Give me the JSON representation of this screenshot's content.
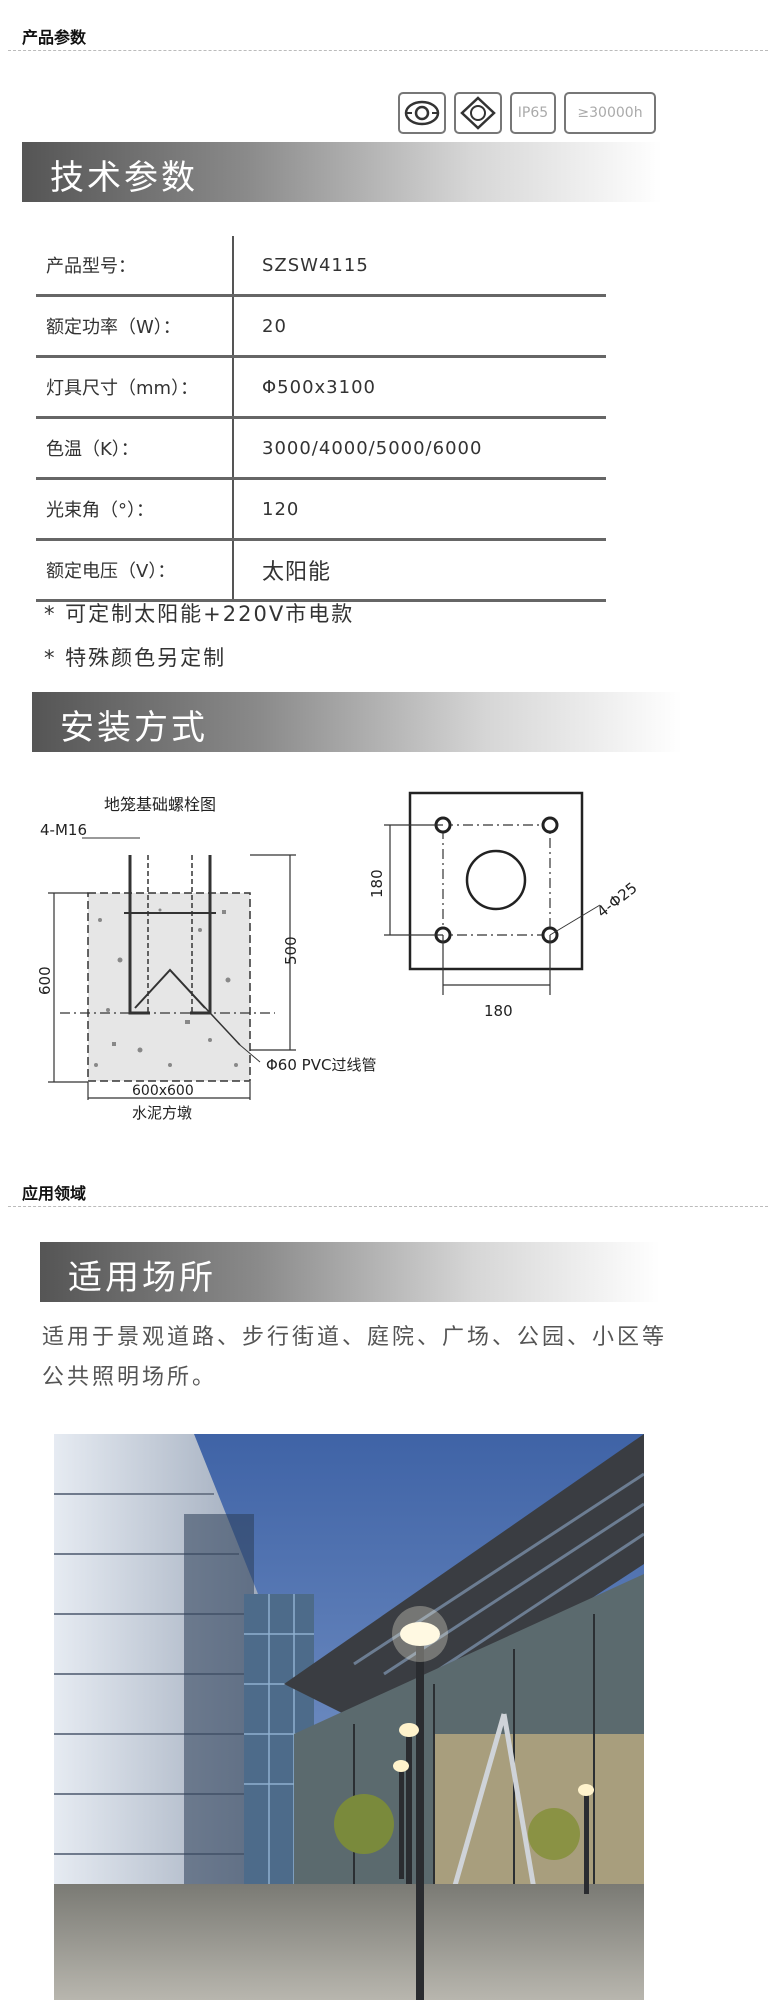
{
  "section1": {
    "title": "产品参数"
  },
  "badges": [
    {
      "icon": "eye-ring-icon",
      "label": ""
    },
    {
      "icon": "diamond-light-icon",
      "label": ""
    },
    {
      "icon": "",
      "label": "IP65"
    },
    {
      "icon": "",
      "label": "≥30000h"
    }
  ],
  "banners": {
    "spec": "技术参数",
    "install": "安装方式",
    "usage": "适用场所"
  },
  "spec_table": [
    {
      "key": "产品型号：",
      "value": "SZSW4115"
    },
    {
      "key": "额定功率（W）：",
      "value": "20"
    },
    {
      "key": "灯具尺寸（mm）：",
      "value": "Φ500x3100"
    },
    {
      "key": "色温（K）：",
      "value": "3000/4000/5000/6000"
    },
    {
      "key": "光束角（°）：",
      "value": "120"
    },
    {
      "key": "额定电压（V）：",
      "value": "太阳能"
    }
  ],
  "notes": [
    "* 可定制太阳能+220V市电款",
    "* 特殊颜色另定制"
  ],
  "diagram": {
    "title": "地笼基础螺栓图",
    "bolt": "4-M16",
    "height_left": "600",
    "height_right": "500",
    "pipe": "Φ60 PVC过线管",
    "base_size": "600x600",
    "base_label": "水泥方墩",
    "plate_v": "180",
    "plate_h": "180",
    "holes": "4-Φ25"
  },
  "section2": {
    "title": "应用领域"
  },
  "usage_text": "适用于景观道路、步行街道、庭院、广场、公园、小区等公共照明场所。",
  "colors": {
    "banner_dark": "#555555",
    "photo_sky": "#5d7fb8"
  }
}
